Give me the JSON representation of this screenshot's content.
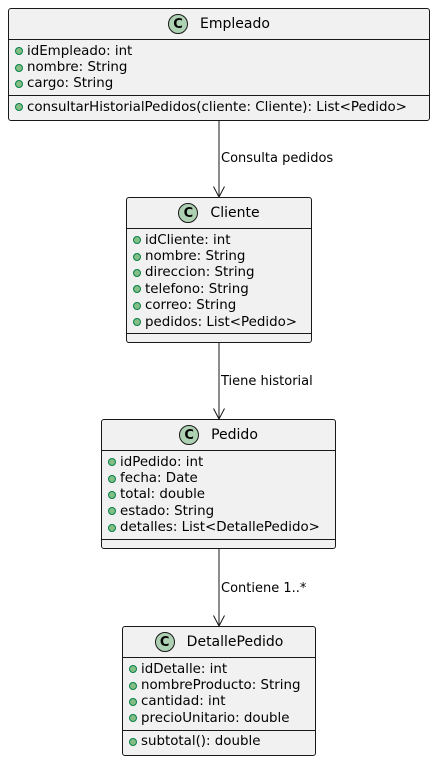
{
  "classes": {
    "empleado": {
      "name": "Empleado",
      "badge": "C",
      "attributes": [
        "idEmpleado: int",
        "nombre: String",
        "cargo: String"
      ],
      "methods": [
        "consultarHistorialPedidos(cliente: Cliente): List<Pedido>"
      ]
    },
    "cliente": {
      "name": "Cliente",
      "badge": "C",
      "attributes": [
        "idCliente: int",
        "nombre: String",
        "direccion: String",
        "telefono: String",
        "correo: String",
        "pedidos: List<Pedido>"
      ],
      "methods": []
    },
    "pedido": {
      "name": "Pedido",
      "badge": "C",
      "attributes": [
        "idPedido: int",
        "fecha: Date",
        "total: double",
        "estado: String",
        "detalles: List<DetallePedido>"
      ],
      "methods": []
    },
    "detallepedido": {
      "name": "DetallePedido",
      "badge": "C",
      "attributes": [
        "idDetalle: int",
        "nombreProducto: String",
        "cantidad: int",
        "precioUnitario: double"
      ],
      "methods": [
        "subtotal(): double"
      ]
    }
  },
  "relations": {
    "empleado_cliente": "Consulta pedidos",
    "cliente_pedido": "Tiene historial",
    "pedido_detalle": "Contiene 1..*"
  },
  "colors": {
    "class_fill": "#f1f1f1",
    "border": "#181818",
    "badge_fill": "#add1b2",
    "visibility_fill": "#84be84",
    "visibility_border": "#038048"
  }
}
